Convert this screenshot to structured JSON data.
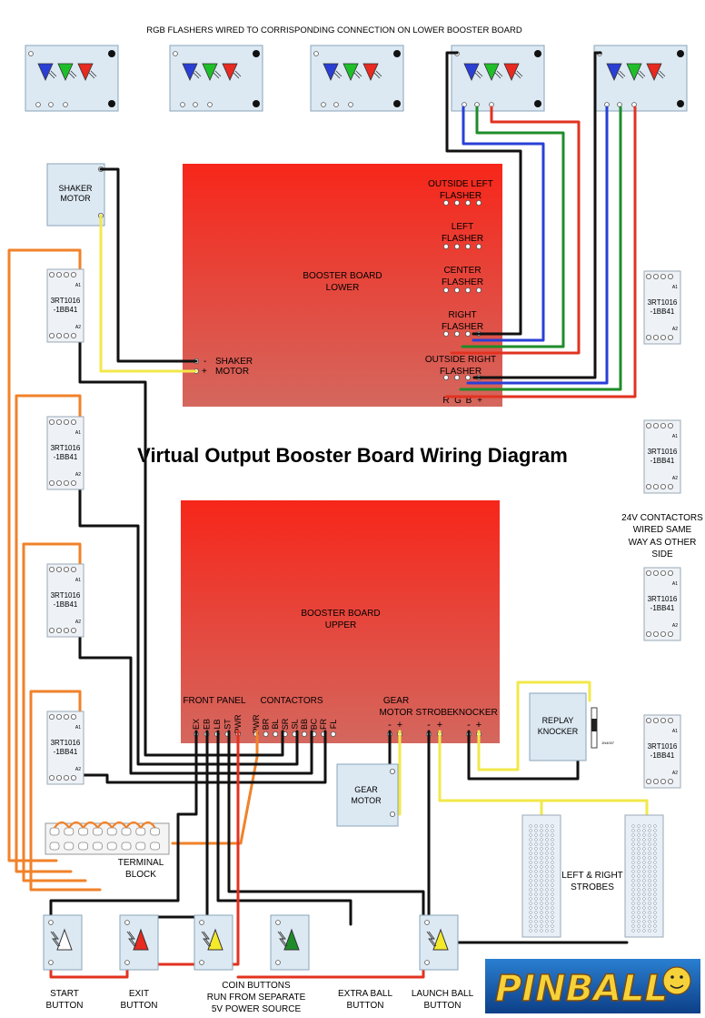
{
  "header": {
    "note": "RGB FLASHERS WIRED TO CORRISPONDING CONNECTION ON LOWER BOOSTER BOARD",
    "title": "Virtual Output Booster Board Wiring Diagram"
  },
  "colors": {
    "board": "#f52a1e",
    "board_bottom": "#d45a50",
    "component": "#dce9f3",
    "wire_black": "#111111",
    "wire_orange": "#f0822a",
    "wire_yellow": "#f2e84a",
    "wire_red": "#e23220",
    "wire_green": "#1f8c2a",
    "wire_blue": "#2a3fd6"
  },
  "lower_board": {
    "title_line1": "BOOSTER BOARD",
    "title_line2": "LOWER",
    "flashers": [
      {
        "line1": "OUTSIDE LEFT",
        "line2": "FLASHER"
      },
      {
        "line1": "LEFT",
        "line2": "FLASHER"
      },
      {
        "line1": "CENTER",
        "line2": "FLASHER"
      },
      {
        "line1": "RIGHT",
        "line2": "FLASHER"
      },
      {
        "line1": "OUTSIDE RIGHT",
        "line2": "FLASHER"
      }
    ],
    "rgb_labels": [
      "R",
      "G",
      "B",
      "+"
    ],
    "shaker_minus": "-",
    "shaker_plus": "+",
    "shaker_label1": "SHAKER",
    "shaker_label2": "MOTOR"
  },
  "shaker_motor": {
    "line1": "SHAKER",
    "line2": "MOTOR"
  },
  "upper_board": {
    "title_line1": "BOOSTER BOARD",
    "title_line2": "UPPER",
    "front_panel": "FRONT PANEL",
    "contactors": "CONTACTORS",
    "gear_line1": "GEAR",
    "gear_line2": "MOTOR",
    "strobe": "STROBE",
    "knocker": "KNOCKER",
    "front_pins": [
      "EX",
      "EB",
      "LB",
      "ST",
      "PWR"
    ],
    "contactor_pins": [
      "PWR",
      "BR",
      "BL",
      "SR",
      "SL",
      "BB",
      "BC",
      "FR",
      "FL"
    ],
    "minus": "-",
    "plus": "+"
  },
  "contactors": {
    "line1": "3RT1016",
    "line2": "-1BB41",
    "a1": "A1",
    "a2": "A2"
  },
  "note_24v": {
    "line1": "24V CONTACTORS",
    "line2": "WIRED SAME",
    "line3": "WAY AS OTHER",
    "line4": "SIDE"
  },
  "gear_motor": {
    "line1": "GEAR",
    "line2": "MOTOR"
  },
  "replay_knocker": {
    "line1": "REPLAY",
    "line2": "KNOCKER",
    "diode": "1N4007"
  },
  "terminal_block": {
    "line1": "TERMINAL",
    "line2": "BLOCK"
  },
  "strobes": {
    "line1": "LEFT & RIGHT",
    "line2": "STROBES"
  },
  "buttons": [
    {
      "line1": "START",
      "line2": "BUTTON",
      "color": "#ffffff"
    },
    {
      "line1": "EXIT",
      "line2": "BUTTON",
      "color": "#e82a20"
    },
    {
      "line1": "COIN BUTTONS",
      "line2": "RUN FROM SEPARATE",
      "line3": "5V POWER SOURCE",
      "color": "#f5ea2a"
    },
    {
      "line1": "EXTRA BALL",
      "line2": "BUTTON",
      "color": "#1f8c2a"
    },
    {
      "line1": "LAUNCH BALL",
      "line2": "BUTTON",
      "color": "#f5ea2a"
    }
  ],
  "logo": {
    "text": "PINBALL"
  }
}
